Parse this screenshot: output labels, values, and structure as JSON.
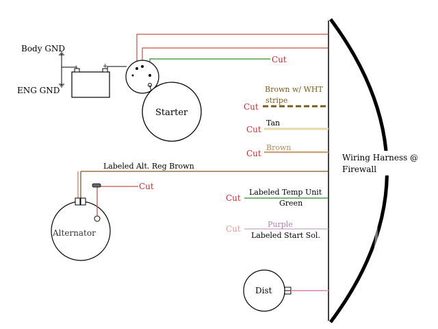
{
  "labels": {
    "body_gnd": "Body GND",
    "eng_gnd": "ENG GND",
    "battery_neg": "-",
    "battery_pos": "+",
    "starter": "Starter",
    "alternator": "Alternator",
    "dist": "Dist",
    "harness": "Wiring Harness @",
    "harness2": "Firewall",
    "alt_reg_wire": "Labeled Alt. Reg Brown",
    "brown_wht_1": "Brown w/ WHT",
    "brown_wht_2": "stripe",
    "tan": "Tan",
    "brown": "Brown",
    "temp_unit": "Labeled Temp Unit",
    "green": "Green",
    "purple": "Purple",
    "start_sol": "Labeled Start Sol."
  },
  "cuts": {
    "starter_green": "Cut",
    "brown_wht": "Cut",
    "tan": "Cut",
    "brown": "Cut",
    "alternator": "Cut",
    "green": "Cut",
    "purple": "Cut"
  },
  "colors": {
    "cut_red": "#c0282d",
    "cut_faded": "#e49a9a",
    "wire_red": "#c0504d",
    "wire_green": "#2a8a2a",
    "wire_brown": "#7b5a1e",
    "wire_tan": "#e6d7a8",
    "wire_lightbrown": "#c8a77a",
    "wire_purple": "#c9a3c9",
    "wire_pink": "#e8a0b4",
    "ink": "#000000"
  }
}
